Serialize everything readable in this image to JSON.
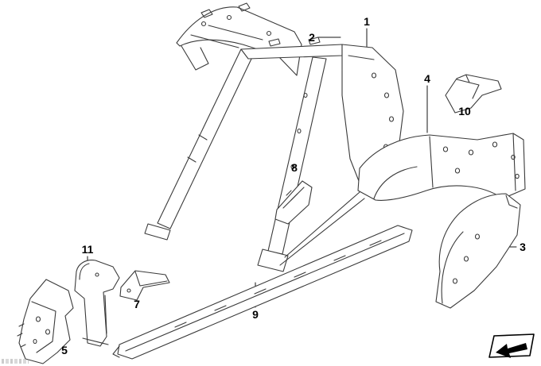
{
  "diagram_type": "exploded-parts-diagram",
  "subject": "vehicle body side frame single components",
  "callouts": [
    "1",
    "2",
    "3",
    "4",
    "5",
    "7",
    "8",
    "9",
    "10",
    "11"
  ],
  "nav": {
    "back_icon": "back-arrow"
  },
  "colors": {
    "background": "#ffffff",
    "line_art": "#3a3a3a",
    "callout_text": "#000000"
  }
}
